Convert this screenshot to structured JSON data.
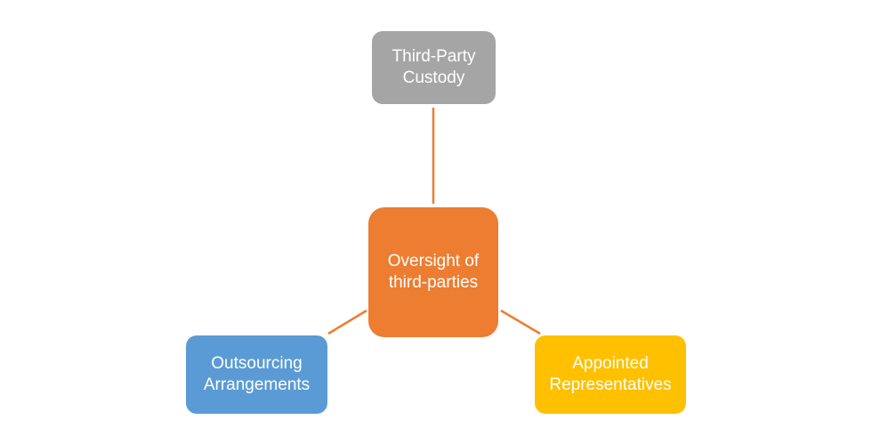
{
  "diagram": {
    "center": {
      "label": "Oversight of\nthird-parties",
      "color": "#ed7d31"
    },
    "satellites": [
      {
        "id": "top",
        "label": "Third-Party\nCustody",
        "color": "#a5a5a5"
      },
      {
        "id": "left",
        "label": "Outsourcing\nArrangements",
        "color": "#5b9bd5"
      },
      {
        "id": "right",
        "label": "Appointed\nRepresentatives",
        "color": "#ffc000"
      }
    ],
    "connector_color": "#ed7d31"
  }
}
